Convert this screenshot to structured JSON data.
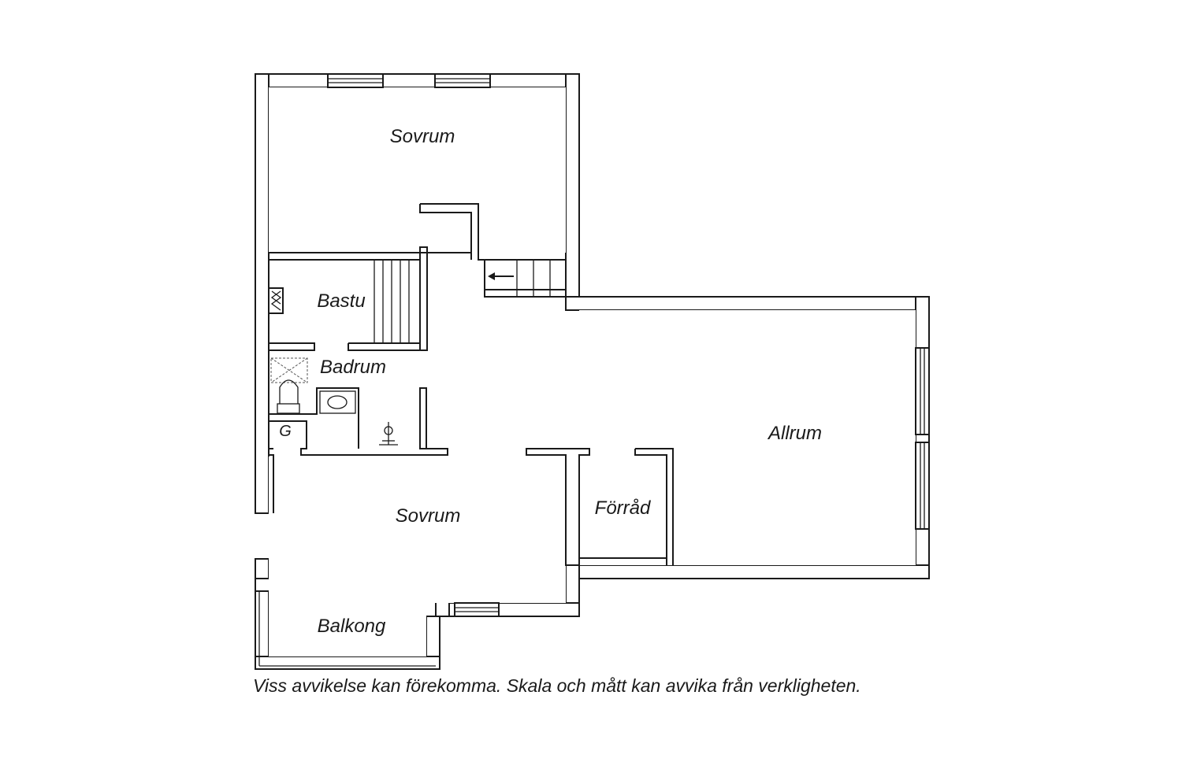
{
  "rooms": {
    "sovrum_top": "Sovrum",
    "bastu": "Bastu",
    "badrum": "Badrum",
    "g": "G",
    "allrum": "Allrum",
    "forrad": "Förråd",
    "sovrum_bottom": "Sovrum",
    "balkong": "Balkong"
  },
  "disclaimer": "Viss avvikelse kan förekomma. Skala och mått kan avvika från verkligheten."
}
